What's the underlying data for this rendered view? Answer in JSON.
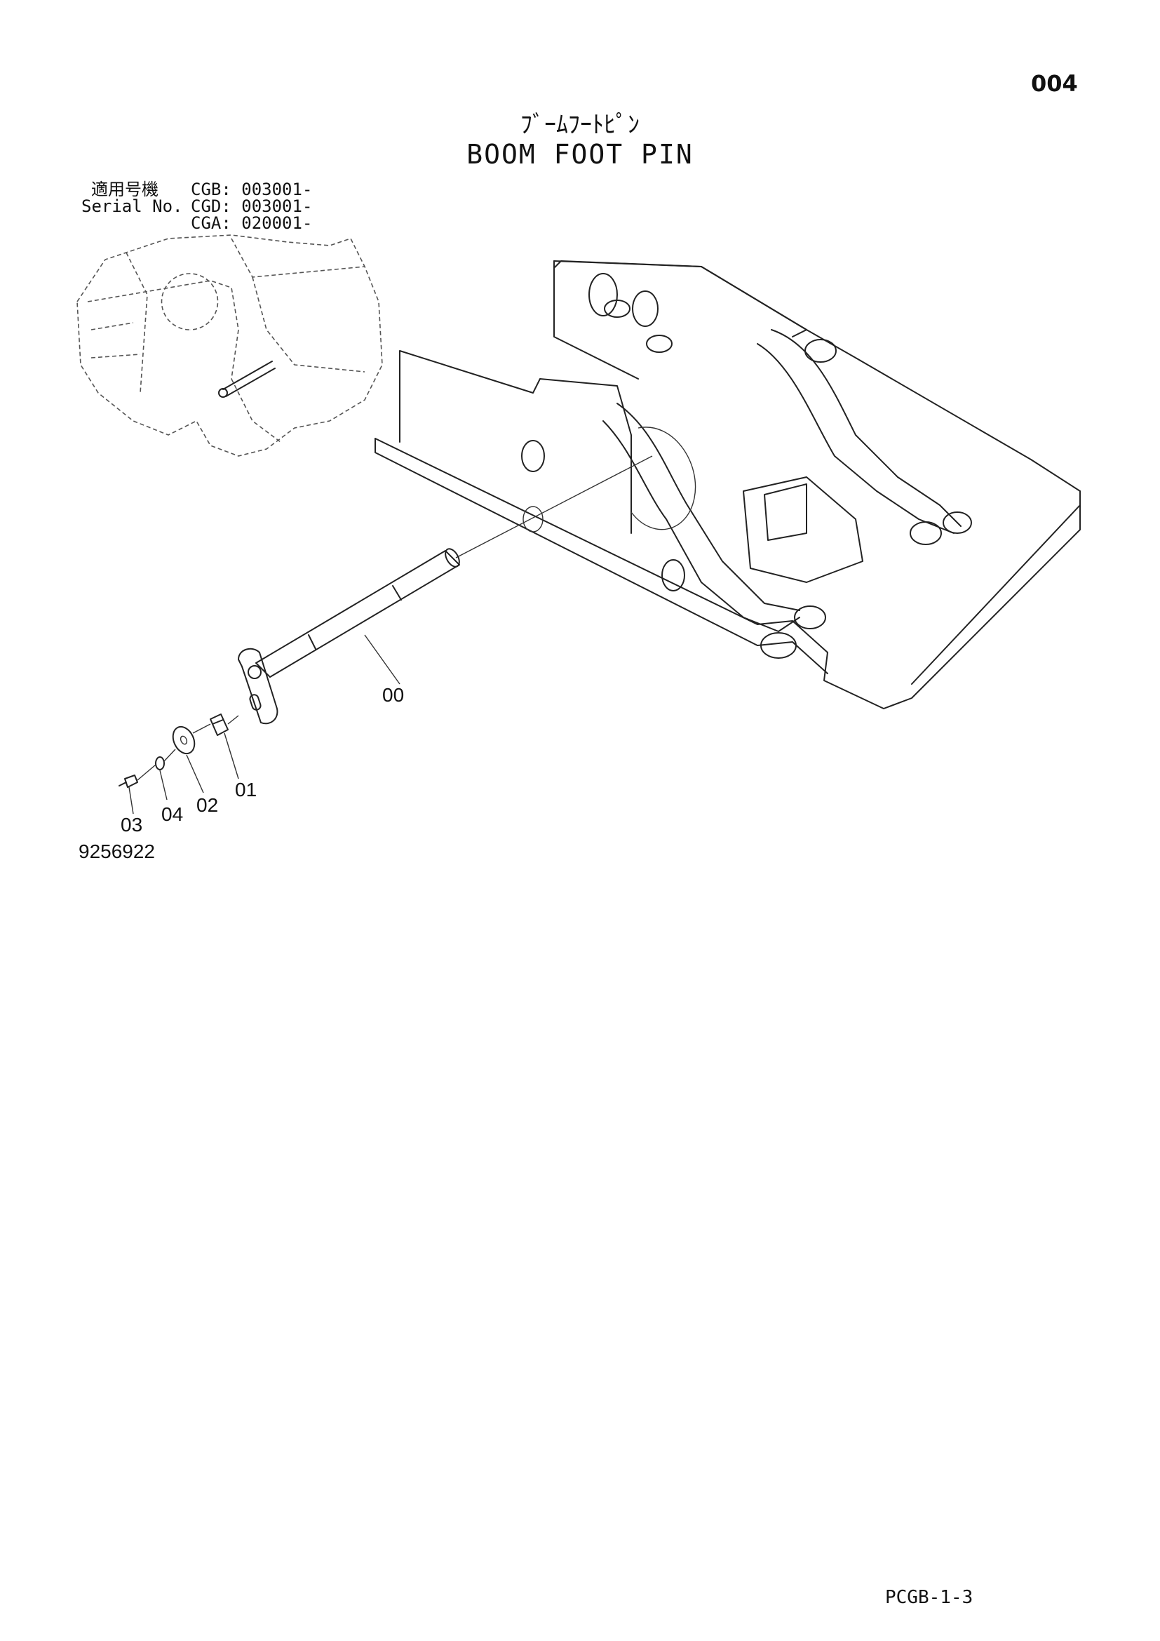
{
  "page_number": "004",
  "title_jp": "ﾌﾞｰﾑﾌｰﾄﾋﾟﾝ",
  "title_en": "BOOM FOOT PIN",
  "serial": {
    "label_jp": "適用号機",
    "label_en": "Serial No.",
    "entries": [
      "CGB: 003001-",
      "CGD: 003001-",
      "CGA: 020001-"
    ]
  },
  "callouts": [
    "00",
    "01",
    "02",
    "03",
    "04"
  ],
  "drawing_number": "9256922",
  "sheet_ref": "PCGB-1-3"
}
